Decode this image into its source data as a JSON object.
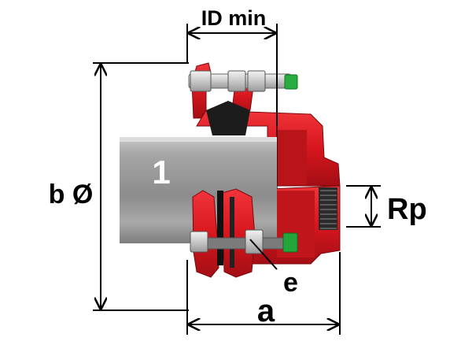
{
  "labels": {
    "id_min": "ID min",
    "b_dia": "b Ø",
    "rp": "Rp",
    "a": "a",
    "e": "e",
    "part_1": "1"
  },
  "colors": {
    "fitting_red": "#d8161e",
    "fitting_dark": "#8f0d12",
    "pipe_grey": "#9a9a9a",
    "bolt_grey": "#cfcfcf",
    "nut_green": "#22a53a",
    "line": "#000000"
  }
}
